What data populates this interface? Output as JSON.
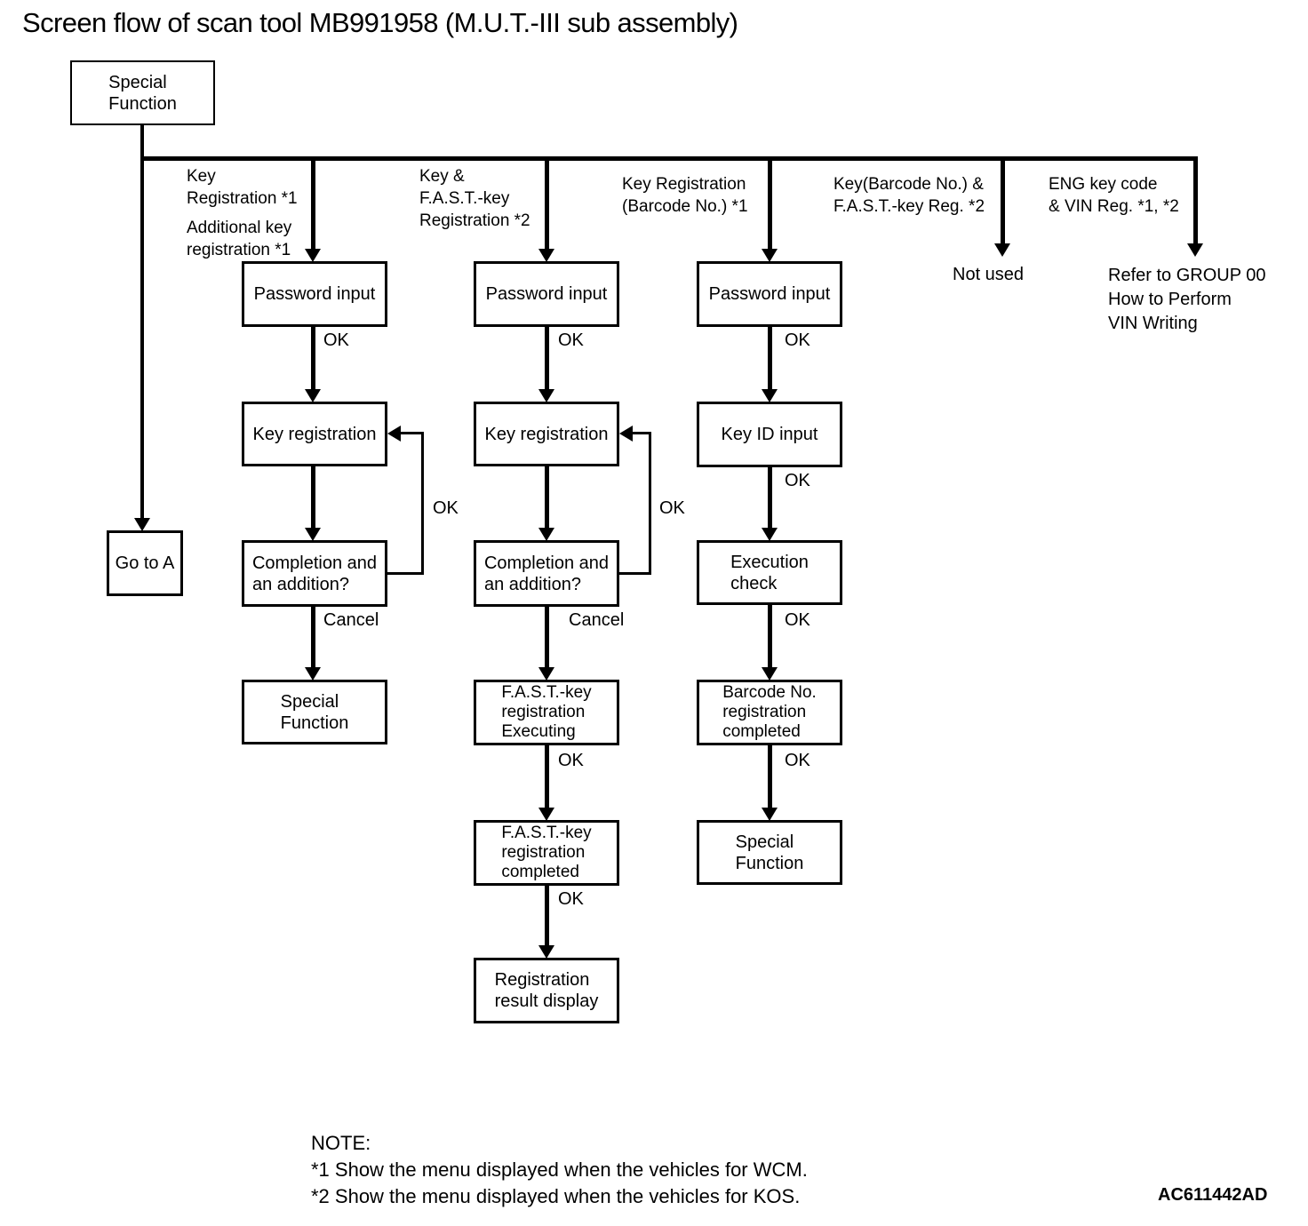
{
  "title": "Screen flow of scan tool MB991958 (M.U.T.-III sub assembly)",
  "labels": {
    "ok": "OK",
    "cancel": "Cancel"
  },
  "branch_labels": {
    "key_registration": "Key\nRegistration *1",
    "additional_key": "Additional key\nregistration *1",
    "key_fast_registration": "Key &\nF.A.S.T.-key\nRegistration *2",
    "key_registration_barcode": "Key Registration\n(Barcode No.) *1",
    "key_barcode_fast_reg": "Key(Barcode No.) &\nF.A.S.T.-key Reg. *2",
    "eng_key_code_vin": "ENG key code\n& VIN Reg. *1, *2"
  },
  "nodes": {
    "start": "Special\nFunction",
    "goto": "Go to A",
    "col1": {
      "password": "Password input",
      "keyreg": "Key registration",
      "completion": "Completion and\nan addition?",
      "special": "Special\nFunction"
    },
    "col2": {
      "password": "Password input",
      "keyreg": "Key registration",
      "completion": "Completion and\nan addition?",
      "fast_exec": "F.A.S.T.-key\nregistration\nExecuting",
      "fast_done": "F.A.S.T.-key\nregistration\ncompleted",
      "result": "Registration\nresult display"
    },
    "col3": {
      "password": "Password input",
      "keyid": "Key ID input",
      "exec": "Execution\ncheck",
      "barcode_done": "Barcode No.\nregistration\ncompleted",
      "special": "Special\nFunction"
    }
  },
  "terminals": {
    "not_used": "Not used",
    "refer": "Refer to GROUP 00\nHow to Perform\nVIN Writing"
  },
  "note": {
    "heading": "NOTE:",
    "line1": "*1 Show the menu displayed when the vehicles for WCM.",
    "line2": "*2 Show the menu displayed when the vehicles for KOS."
  },
  "figure_code": "AC611442AD",
  "colors": {
    "line": "#000000",
    "background": "#ffffff"
  }
}
